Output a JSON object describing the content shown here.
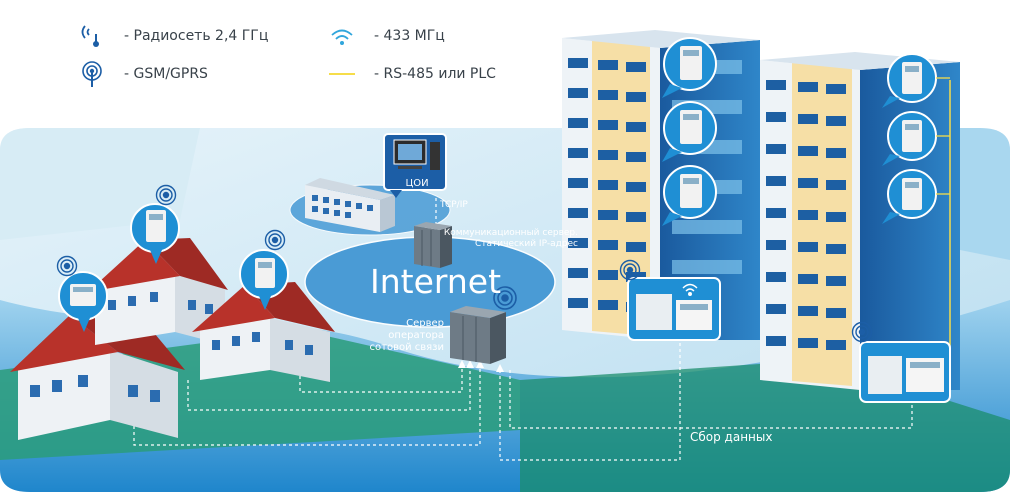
{
  "legend": {
    "items": [
      {
        "icon": "radio-2-4ghz-icon",
        "label": "- Радиосеть 2,4 ГГц"
      },
      {
        "icon": "wifi-433mhz-icon",
        "label": "- 433 МГц"
      },
      {
        "icon": "gsm-gprs-icon",
        "label": "- GSM/GPRS"
      },
      {
        "icon": "rs485-plc-line-icon",
        "label": "- RS-485 или PLC"
      }
    ]
  },
  "nodes": {
    "coi": "ЦОИ",
    "tcp": "TCP/IP",
    "comm_server": "Коммуникационный сервер. Статический IP-адрес",
    "internet": "Internet",
    "operator_server": "Сервер оператора сотовой связи",
    "data_collection": "Сбор данных"
  },
  "colors": {
    "sky": "#cfe8f3",
    "water": "#2a8fd0",
    "ground_green": "#1f9e7a",
    "roof_red": "#b8322a",
    "building_blue": "#1c63a8",
    "accent_yellow": "#f6dd4a"
  }
}
